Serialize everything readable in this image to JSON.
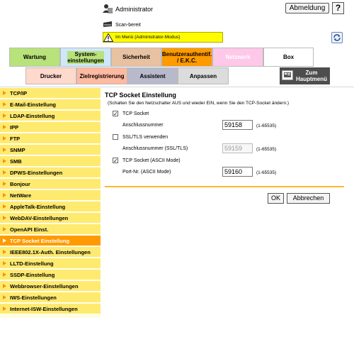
{
  "header": {
    "user_label": "Administrator",
    "logout_label": "Abmeldung",
    "help_label": "?",
    "status_text": "Scan-bereit",
    "warning_text": "Im Menü (Administrator-Modus)"
  },
  "tabs": [
    {
      "label": "Wartung",
      "color": "#b8e27a"
    },
    {
      "label": "System-\neinstellungen",
      "color": "#cfe7fb"
    },
    {
      "label": "Sicherheit",
      "color": "#b8e27a"
    },
    {
      "label": "Benutzerauthentif. / E.K.C.",
      "color": "#e8c2a0"
    },
    {
      "label": "Netzwerk",
      "color": "#ff9a00",
      "active": true
    },
    {
      "label": "Box",
      "color": "#ffc8e8"
    }
  ],
  "subtabs": [
    {
      "label": "Drucker",
      "color": "#ffd9cc"
    },
    {
      "label": "Zielregistrierung",
      "color": "#ffb9a0"
    },
    {
      "label": "Assistent",
      "color": "#b9b9cc"
    },
    {
      "label": "Anpassen",
      "color": "#dcdcdc"
    }
  ],
  "home_label": "Zum Hauptmenü",
  "sidebar": [
    "TCP/IP",
    "E-Mail-Einstellung",
    "LDAP-Einstellung",
    "IPP",
    "FTP",
    "SNMP",
    "SMB",
    "DPWS-Einstellungen",
    "Bonjour",
    "NetWare",
    "AppleTalk-Einstellung",
    "WebDAV-Einstellungen",
    "OpenAPI Einst.",
    "TCP Socket Einstellung",
    "IEEE802.1X-Auth. Einstellungen",
    "LLTD-Einstellung",
    "SSDP-Einstellung",
    "Webbrowser-Einstellungen",
    "IWS-Einstellungen",
    "Internet-ISW-Einstellungen"
  ],
  "active_sidebar_index": 13,
  "content": {
    "title": "TCP Socket Einstellung",
    "note": "(Schalten Sie den Netzschalter AUS und wieder EIN, wenn Sie den TCP-Socket ändern.)",
    "tcp_socket": {
      "label": "TCP Socket",
      "checked": true,
      "port_label": "Anschlussnummer",
      "port": "59158",
      "range": "(1-65535)"
    },
    "ssl": {
      "label": "SSL/TLS verwenden",
      "checked": false,
      "port_label": "Anschlussnummer (SSL/TLS)",
      "port": "59159",
      "range": "(1-65535)"
    },
    "ascii": {
      "label": "TCP Socket (ASCII Mode)",
      "checked": true,
      "port_label": "Port-Nr. (ASCII Mode)",
      "port": "59160",
      "range": "(1-65535)"
    },
    "ok_label": "OK",
    "cancel_label": "Abbrechen"
  }
}
